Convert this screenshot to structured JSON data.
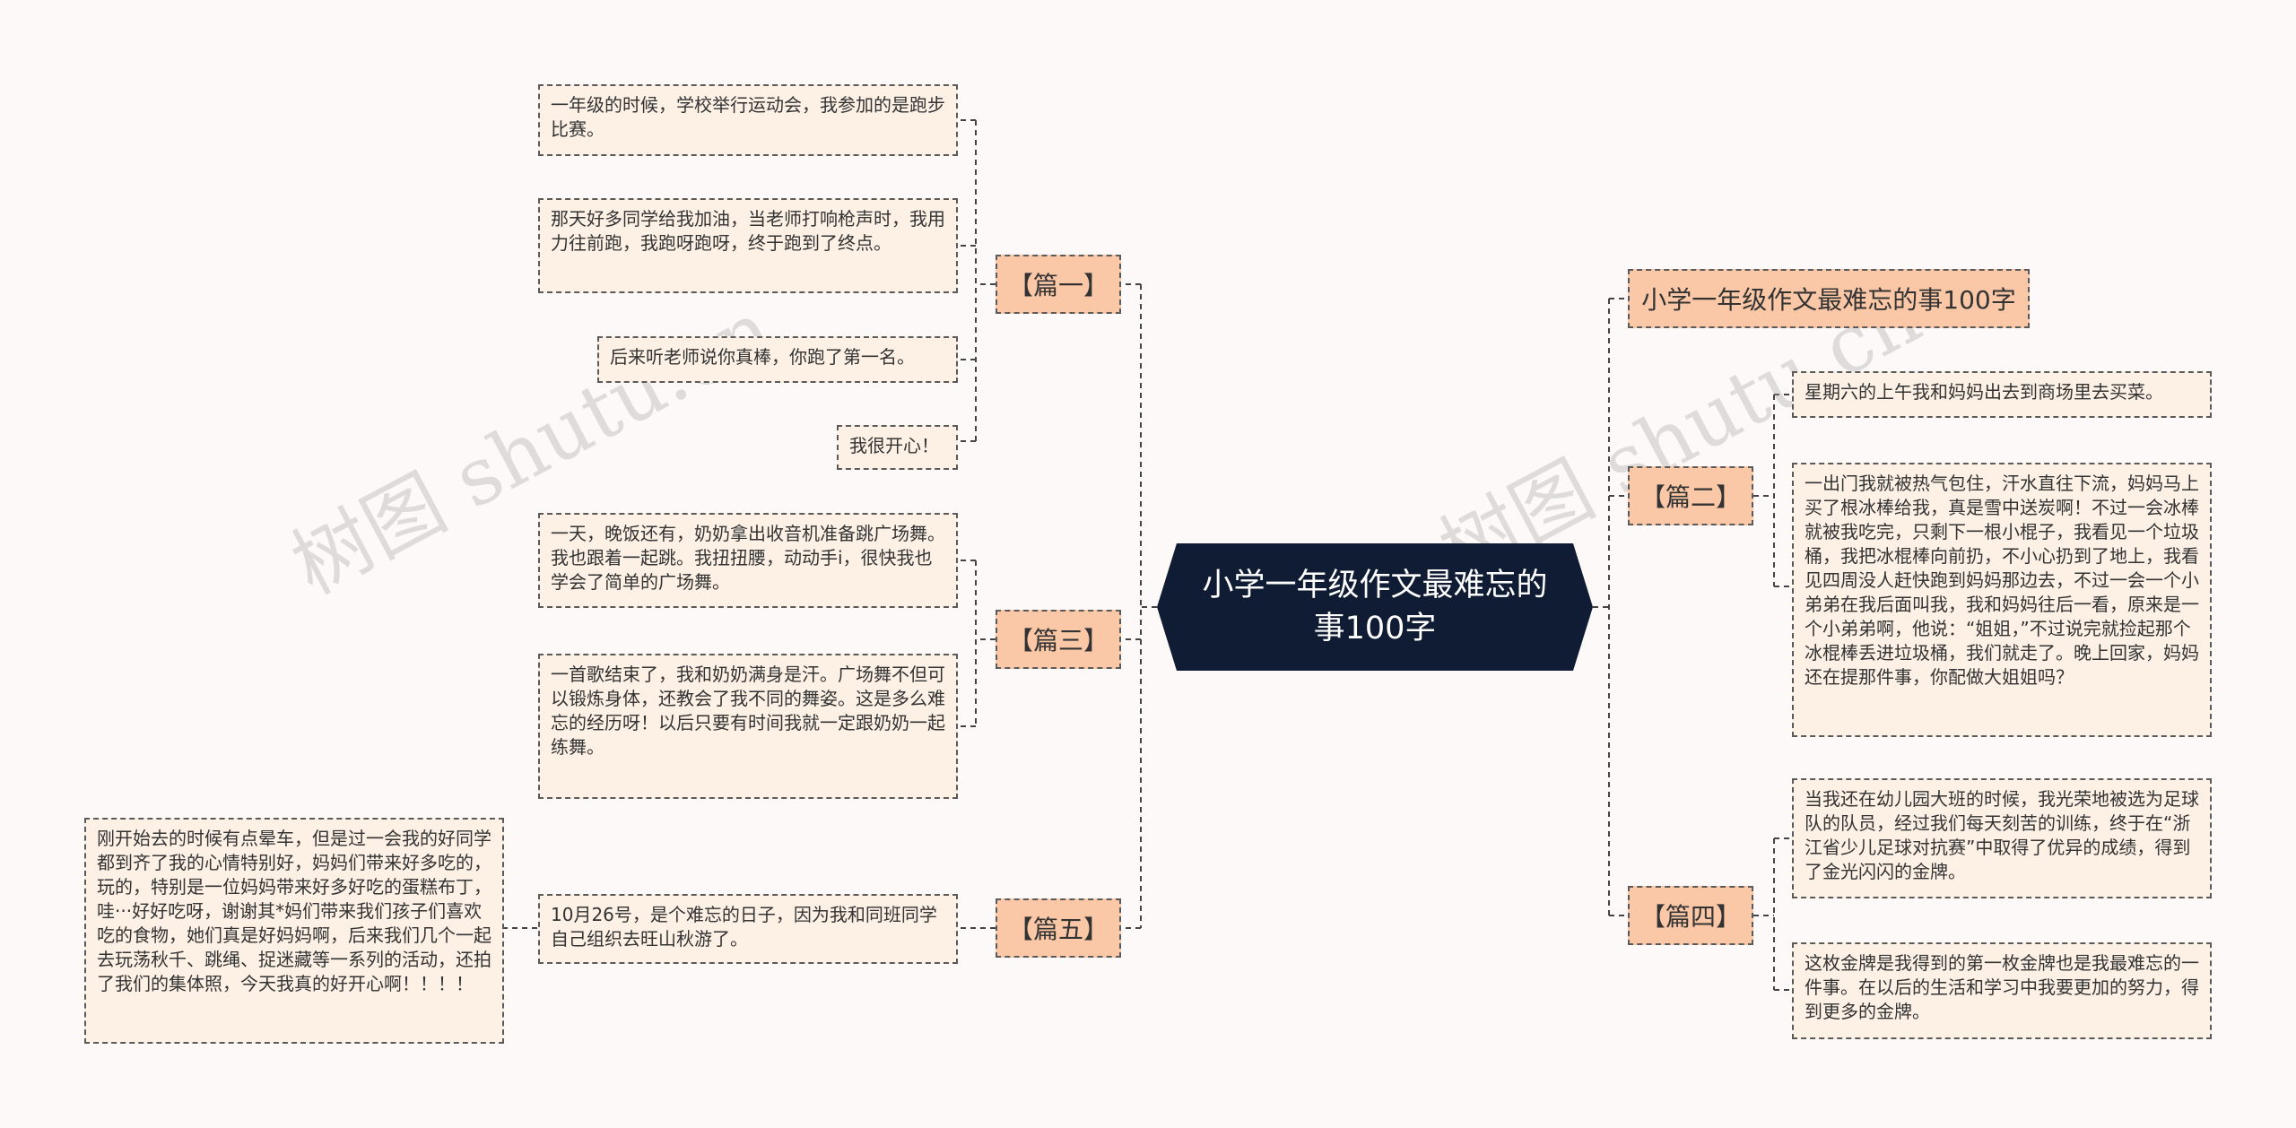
{
  "root": {
    "label": "小学一年级作文最难忘的事100字"
  },
  "right_title": {
    "label": "小学一年级作文最难忘的事100字"
  },
  "branches": {
    "p1": {
      "label": "【篇一】"
    },
    "p2": {
      "label": "【篇二】"
    },
    "p3": {
      "label": "【篇三】"
    },
    "p4": {
      "label": "【篇四】"
    },
    "p5": {
      "label": "【篇五】"
    }
  },
  "leaves": {
    "p1_1": "一年级的时候，学校举行运动会，我参加的是跑步比赛。",
    "p1_2": "那天好多同学给我加油，当老师打响枪声时，我用力往前跑，我跑呀跑呀，终于跑到了终点。",
    "p1_3": "后来听老师说你真棒，你跑了第一名。",
    "p1_4": "我很开心！",
    "p3_1": "一天，晚饭还有，奶奶拿出收音机准备跳广场舞。我也跟着一起跳。我扭扭腰，动动手i，很快我也学会了简单的广场舞。",
    "p3_2": "一首歌结束了，我和奶奶满身是汗。广场舞不但可以锻炼身体，还教会了我不同的舞姿。这是多么难忘的经历呀！以后只要有时间我就一定跟奶奶一起练舞。",
    "p5_1": "10月26号，是个难忘的日子，因为我和同班同学自己组织去旺山秋游了。",
    "p5_2": "刚开始去的时候有点晕车，但是过一会我的好同学都到齐了我的心情特别好，妈妈们带来好多吃的，玩的，特别是一位妈妈带来好多好吃的蛋糕布丁，哇···好好吃呀，谢谢其*妈们带来我们孩子们喜欢吃的食物，她们真是好妈妈啊，后来我们几个一起去玩荡秋千、跳绳、捉迷藏等一系列的活动，还拍了我们的集体照，今天我真的好开心啊！！！！",
    "p2_1": "星期六的上午我和妈妈出去到商场里去买菜。",
    "p2_2": "一出门我就被热气包住，汗水直往下流，妈妈马上买了根冰棒给我，真是雪中送炭啊！不过一会冰棒就被我吃完，只剩下一根小棍子，我看见一个垃圾桶，我把冰棍棒向前扔，不小心扔到了地上，我看见四周没人赶快跑到妈妈那边去，不过一会一个小弟弟在我后面叫我，我和妈妈往后一看，原来是一个小弟弟啊，他说：“姐姐，”不过说完就捡起那个冰棍棒丢进垃圾桶，我们就走了。晚上回家，妈妈还在提那件事，你配做大姐姐吗？",
    "p4_1": "当我还在幼儿园大班的时候，我光荣地被选为足球队的队员，经过我们每天刻苦的训练，终于在“浙江省少儿足球对抗赛”中取得了优异的成绩，得到了金光闪闪的金牌。",
    "p4_2": "这枚金牌是我得到的第一枚金牌也是我最难忘的一件事。在以后的生活和学习中我要更加的努力，得到更多的金牌。"
  },
  "watermarks": [
    "树图 shutu.cn",
    "树图 shutu.cn"
  ],
  "colors": {
    "root_bg": "#0f1c33",
    "branch_bg": "#fbc8a7",
    "leaf_bg": "#fdf1e6",
    "line": "#444444"
  }
}
